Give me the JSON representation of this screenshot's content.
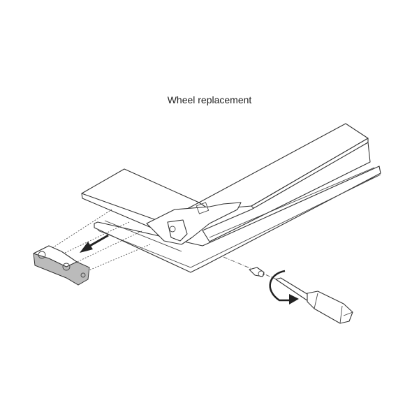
{
  "title": "Wheel replacement",
  "illustration": {
    "parts": [
      "frame-profile",
      "wheel-assembly",
      "screw",
      "screwdriver"
    ],
    "arrow_direction_wheel": "out-left",
    "rotation_arrow": "counter-clockwise"
  }
}
